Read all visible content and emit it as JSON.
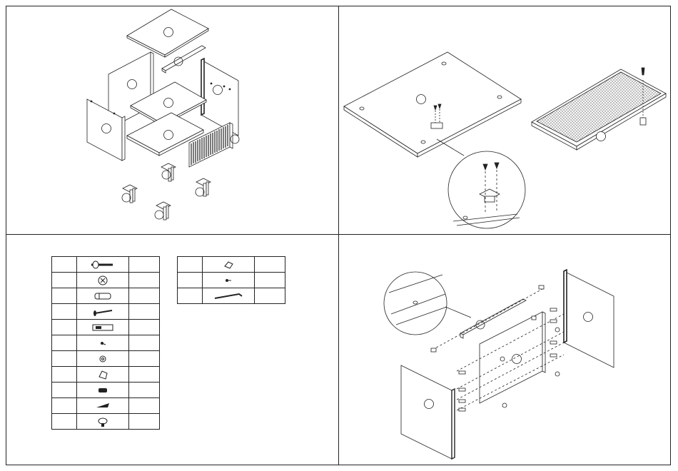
{
  "steps": [
    {
      "panel": "exploded-view"
    },
    {
      "panel": "bottom-panel-assembly"
    },
    {
      "panel": "hardware-list"
    },
    {
      "panel": "side-panel-assembly"
    }
  ],
  "parts_table_left": {
    "rows": [
      {
        "icon": "cam-bolt-icon"
      },
      {
        "icon": "cam-lock-icon"
      },
      {
        "icon": "wood-dowel-icon"
      },
      {
        "icon": "long-screw-icon"
      },
      {
        "icon": "hinge-bracket-icon"
      },
      {
        "icon": "small-screw-icon"
      },
      {
        "icon": "washer-icon"
      },
      {
        "icon": "bracket-clip-icon"
      },
      {
        "icon": "short-screw-icon"
      },
      {
        "icon": "wood-screw-icon"
      },
      {
        "icon": "flat-head-bolt-icon"
      }
    ]
  },
  "parts_table_right": {
    "rows": [
      {
        "icon": "shelf-clip-icon"
      },
      {
        "icon": "tiny-screw-icon"
      },
      {
        "icon": "allen-key-icon"
      }
    ]
  },
  "colors": {
    "line": "#222222",
    "background": "#ffffff",
    "mesh": "#9a9a9a"
  }
}
